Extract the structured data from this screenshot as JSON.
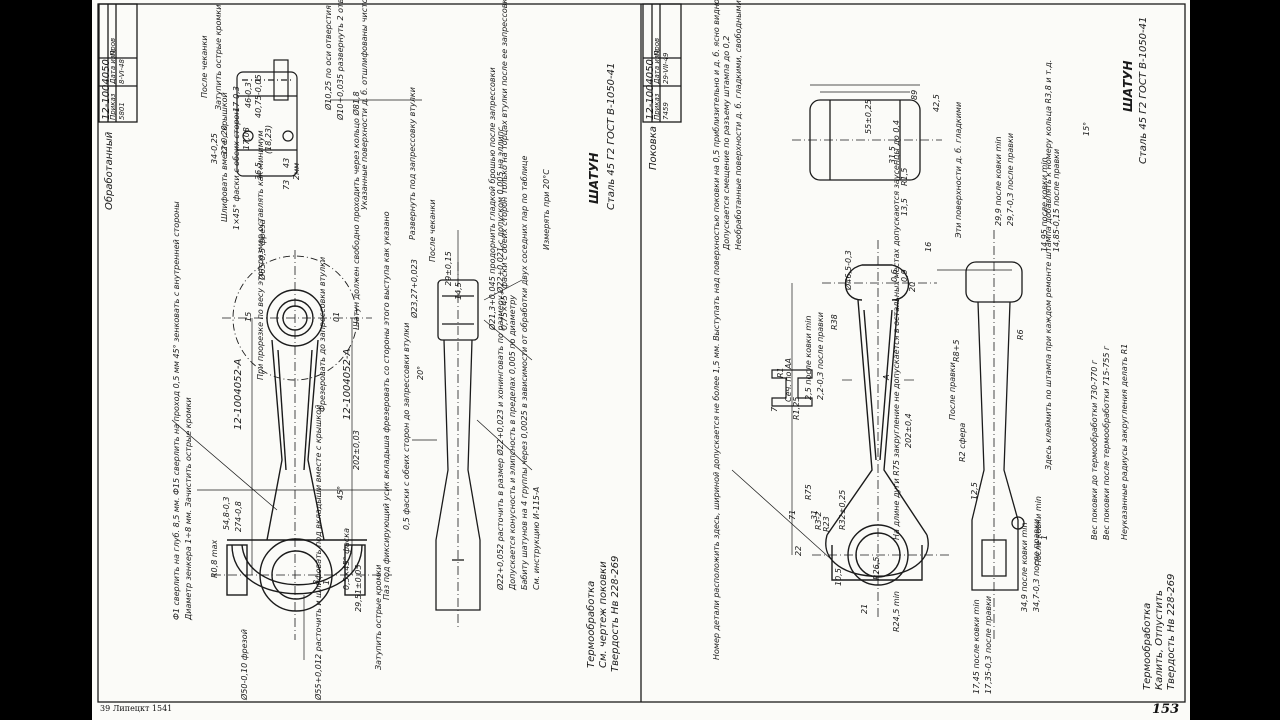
{
  "left_sheet": {
    "code": "12-1004050",
    "stamp_header": [
      "Приказ",
      "Дата изм",
      "Пров"
    ],
    "stamp_values": [
      "5801",
      "8-VI-48"
    ],
    "stage": "Обработанный",
    "part_name": "ШАТУН",
    "material": "Сталь 45 Г2 ГОСТ В-1050-41",
    "heat_treatment": [
      "Термообработка",
      "См. чертеж поковки",
      "Твердость Нв 228-269"
    ],
    "notes": {
      "after_cap": "После чеканки",
      "blunt_edges": "Затупить острые кромки",
      "grind_with_cap": "Шлифовать вместе с крышкой",
      "chamfers": "1×45° фаски с обеих сторон",
      "ream_holes": "Ø10,25 по оси отверстия",
      "ream_with_cap": "Ø10+0,035 развернуть 2 отв. вместе с крышкой",
      "surfaces_clean": "Указанные поверхности д. б. отшлифованы чисто",
      "ream_bushing": "Развернуть под запрессовку втулки",
      "bushing_fit": "Шатун должен свободно проходить через кольцо Ø81,8",
      "after_coining": "После чеканки",
      "mill_bushing": "Фрезеровать до запрессовки втулки",
      "ref_left": "12-1004052-А",
      "ref_right": "12-1004052-А",
      "cut_note": "При прорезке по весу этот размер оставлять как минимум",
      "oil_hole": "Ф1 сверлить на глуб. 8,5 мм. Ф15 сверлить на проход 0,5 мм 45° зенковать с внутренней стороны",
      "oil_hole_2": "Диаметр зенкера 1÷8 мм. Зачистить острые кромки",
      "chamfer_both": "0,5 фаски с обеих сторон до запрессовки втулки",
      "after_press": "Ø21,3+0,045 продорнить гладкой брошью после запрессовки",
      "ring_chamfer": "0,75×45° фаски с обеих сторон только на торцах втулки после ее запрессовки",
      "measure_temp": "Измерять при 20°С",
      "bore_note": "Ø22+0,052 расточить в размер Ø22+0,023 и хонинговать по размеру Ø22+0,021 с допуском 0,005 на эллипс",
      "bore_note_2": "Допускается конусность и элипсность в пределах 0,005 по диаметру",
      "bore_note_3": "Бабиту шатунов на 4 группы через 0,0025 в зависимости от обработки двух соседних пар по таблице",
      "bore_note_4": "См. инструкцию И-115-А",
      "bushing_loc": "Паз под фиксирующий усик вкладыша фрезеровать со стороны этого выступа как указано",
      "blunt_crank": "Затупить острые кромки",
      "big_end_note": "Ø55+0,012 расточить и шлифовать под вкладыши вместе с крышкой",
      "chamfer_big": "0,5×45° фаска",
      "dia_50": "Ø50-0,10 фрезой",
      "dia_65": "Ø65-0,5 фреза",
      "dim_202": "202±0,03",
      "dim_274": "274-0,8",
      "dim_548": "54,8-0,3",
      "dim_2951": "29,51±0,05",
      "dim_34": "34-0,25",
      "dim_32": "32-0,20",
      "dim_2327": "Ø23,27+0,023",
      "dim_46": "46-0,3",
      "dim_40": "40,75-0,05",
      "dim_15": "15",
      "dim_01": "01",
      "dim_45": "45°",
      "dim_20": "20°",
      "dim_r08": "R0,8 max",
      "dim_29": "29±0,15",
      "dim_145": "14,5",
      "dim_173": "17-0,3",
      "dim_1823": "(18,23)",
      "dim_73": "73",
      "dim_365": "36,5",
      "dim_1708": "17,08",
      "dim_2": "2мм",
      "dim_43": "43",
      "dim_8": "8",
      "dim_1": "1"
    }
  },
  "right_sheet": {
    "code": "12-1004050",
    "stamp_header": [
      "Приказ",
      "Дата изм",
      "Пров"
    ],
    "stamp_values": [
      "7459",
      "29-VII-49"
    ],
    "stage": "Поковка",
    "part_name": "ШАТУН",
    "material": "Сталь 45 Г2 ГОСТ В-1050-41",
    "heat_treatment": [
      "Термообработка",
      "Калить, Отпустить",
      "Твердость Нв 228-269"
    ],
    "notes": {
      "offset": "Допускается смещение по разъему штампа до 0,2",
      "unworked": "Необработанные поверхности д. б. гладкими, свободными от окалины, заусенцев и других дефектов",
      "surfaces_smooth": "Эти поверхности д. б. гладкими",
      "after_forge_1": "29,9 после ковки min",
      "after_straight_1": "29,7-0,3 после правки",
      "after_forge_2": "14,95 после ковки min",
      "after_straight_2": "14,85-0,15 после правки",
      "weight_note": "Здесь клеймить no штампа при каждом ремонте штампа добавлять к номеру кольца R3,8 и т.д.",
      "weight_before": "Вес поковки до термообработки 730-770 г",
      "weight_after": "Вес поковки после термообработки 715-755 г",
      "radii": "Неуказанные радиусы закругления делать R1",
      "part_number": "Номер детали расположить здесь, шириной допускается не более 1,5 мм. Выступать над поверхностью поковки на 0,5 приблизительно и д. б. ясно видно",
      "after_forge_min": "После ковки min",
      "after_straight": "После правки",
      "sec": "Сеч. по АА",
      "length_note": "На длине дуги R75 закругление не допускается в остальных местах допускаются заусенцы до 0,4",
      "dim_202": "202±0,4",
      "dim_r2": "R2 сфера",
      "dim_r8": "R8+5",
      "dim_r6": "R6",
      "dim_r38": "R38",
      "dim_r75": "R75",
      "dim_r3225": "R32±0,25",
      "dim_r3": "R3-2",
      "dim_r23": "R23",
      "dim_r265": "R26,5",
      "dim_r245": "R24,5 min",
      "dim_1745": "17,45 после ковки min",
      "dim_1735": "17,35-0,3 после правки",
      "dim_347": "34,7-0,3 после правки",
      "dim_349": "34,9 после ковки min",
      "dim_125": "12,5",
      "dim_89": "89",
      "dim_425": "42,5",
      "dim_55": "55±0,25",
      "dim_315": "31,5",
      "dim_r15": "R1,5",
      "dim_135": "13,5",
      "dim_20": "20",
      "dim_16": "16",
      "dim_a": "А",
      "dim_r125": "R1,25",
      "dim_25": "2,5 после ковки min",
      "dim_22": "2,2-0,3 после правки",
      "dim_r1": "R1",
      "dim_7": "7",
      "dim_15": "15°",
      "dim_1": "1",
      "dim_71": "71",
      "dim_22b": "22",
      "dim_31": "31",
      "dim_21": "21",
      "dim_105": "10,5",
      "dim_465": "Ø46,5-0,3",
      "dim_06": "0,6",
      "dim_09": "0,9"
    }
  },
  "footer": {
    "left_label": "39  Липецкт  1541",
    "page_number": "153"
  }
}
